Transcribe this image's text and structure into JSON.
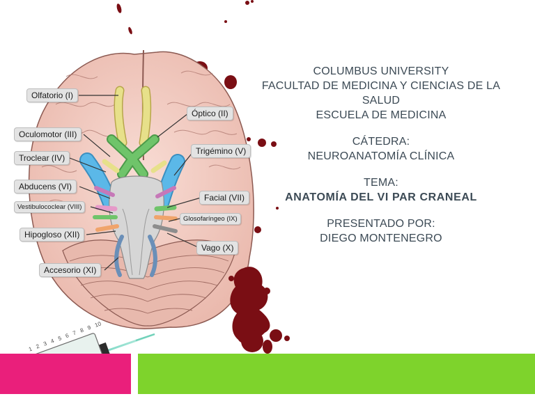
{
  "slide": {
    "institution": "COLUMBUS UNIVERSITY",
    "faculty": "FACULTAD DE MEDICINA Y CIENCIAS DE LA SALUD",
    "school": "ESCUELA DE MEDICINA",
    "chair_label": "CÁTEDRA:",
    "chair_value": "NEUROANATOMÍA CLÍNICA",
    "topic_label": "TEMA:",
    "topic_value": "ANATOMÍA DEL VI PAR CRANEAL",
    "presenter_label": "PRESENTADO POR:",
    "presenter_name": "DIEGO MONTENEGRO"
  },
  "brain_labels": {
    "olfatorio": "Olfatorio (I)",
    "optico": "Óptico (II)",
    "oculomotor": "Oculomotor (III)",
    "troclear": "Troclear (IV)",
    "trigemino": "Trigémino (V)",
    "abducens": "Abducens (VI)",
    "facial": "Facial (VII)",
    "vestibulococlear": "Vestibulococlear (VIII)",
    "glosofaringeo": "Glosofaríngeo (IX)",
    "hipogloso": "Hipogloso (XII)",
    "vago": "Vago (X)",
    "accesorio": "Accesorio (XI)"
  },
  "syringe_scale": [
    "1",
    "2",
    "3",
    "4",
    "5",
    "6",
    "7",
    "8",
    "9",
    "10"
  ],
  "colors": {
    "title_text": "#3c4a55",
    "blood": "#7a0e14",
    "pink_bar": "#ea1f7b",
    "green_bar": "#7ed32c",
    "brain": "#f4cfc6",
    "nerve_blue": "#5bb8e8",
    "nerve_yellow": "#e7e08a",
    "nerve_green": "#6fc46a"
  }
}
